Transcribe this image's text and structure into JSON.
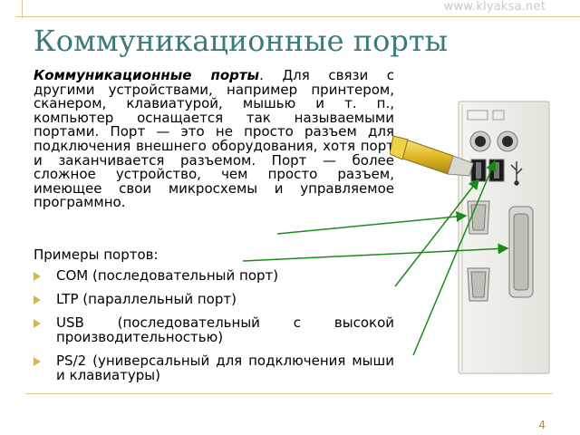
{
  "watermark": "www.klyaksa.net",
  "title": "Коммуникационные порты",
  "intro": {
    "lead": "Коммуникационные порты",
    "text": ". Для связи с другими устройствами, например принтером, сканером, клавиатурой, мышью и т. п., компьютер оснащается так называемыми портами. Порт — это не просто разъем для подключения внешнего оборудования, хотя порт и заканчивается разъемом. Порт — более сложное устройство, чем просто разъем, имеющее свои микросхемы и управляемое программно."
  },
  "examples_heading": "Примеры портов:",
  "examples": [
    "COM (последовательный порт)",
    "LTP (параллельный порт)",
    "USB (последовательный с высокой производительностью)",
    "PS/2 (универсальный для подключения мыши и клавиатуры)"
  ],
  "page_number": "4",
  "colors": {
    "title": "#3a7a7a",
    "bullet": "#d4b84a",
    "arrow": "#1a8a1a",
    "rule": "#d9c98f"
  },
  "icons": [
    "usb-plug-icon",
    "usb-symbol-icon",
    "ps2-port-icon",
    "usb-port-icon",
    "com-port-icon",
    "lpt-port-icon"
  ]
}
